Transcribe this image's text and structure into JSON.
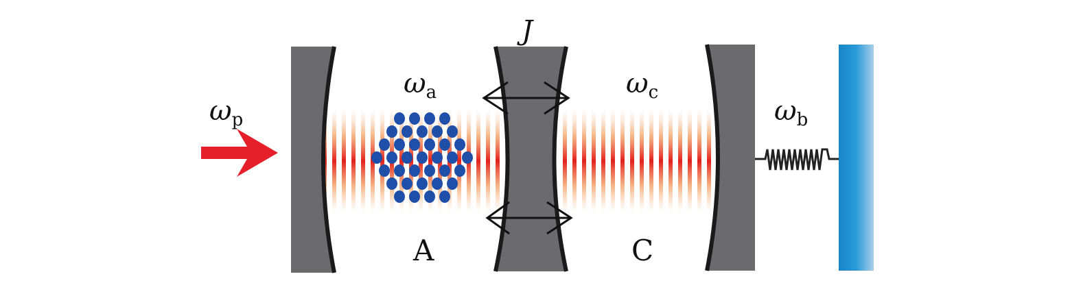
{
  "labels": {
    "pump": {
      "symbol": "ω",
      "sub": "p"
    },
    "atom_freq": {
      "symbol": "ω",
      "sub": "a"
    },
    "coupling": "J",
    "cavity_freq": {
      "symbol": "ω",
      "sub": "c"
    },
    "mech_freq": {
      "symbol": "ω",
      "sub": "b"
    },
    "cavity_a": "A",
    "cavity_c": "C"
  },
  "colors": {
    "mirror": "#6b6b6d",
    "mirror_edge": "#1a1a1a",
    "field": "#e8321e",
    "atoms": "#1f4fa8",
    "pump_arrow": "#e5202a",
    "plate": "#1a8fd0"
  }
}
